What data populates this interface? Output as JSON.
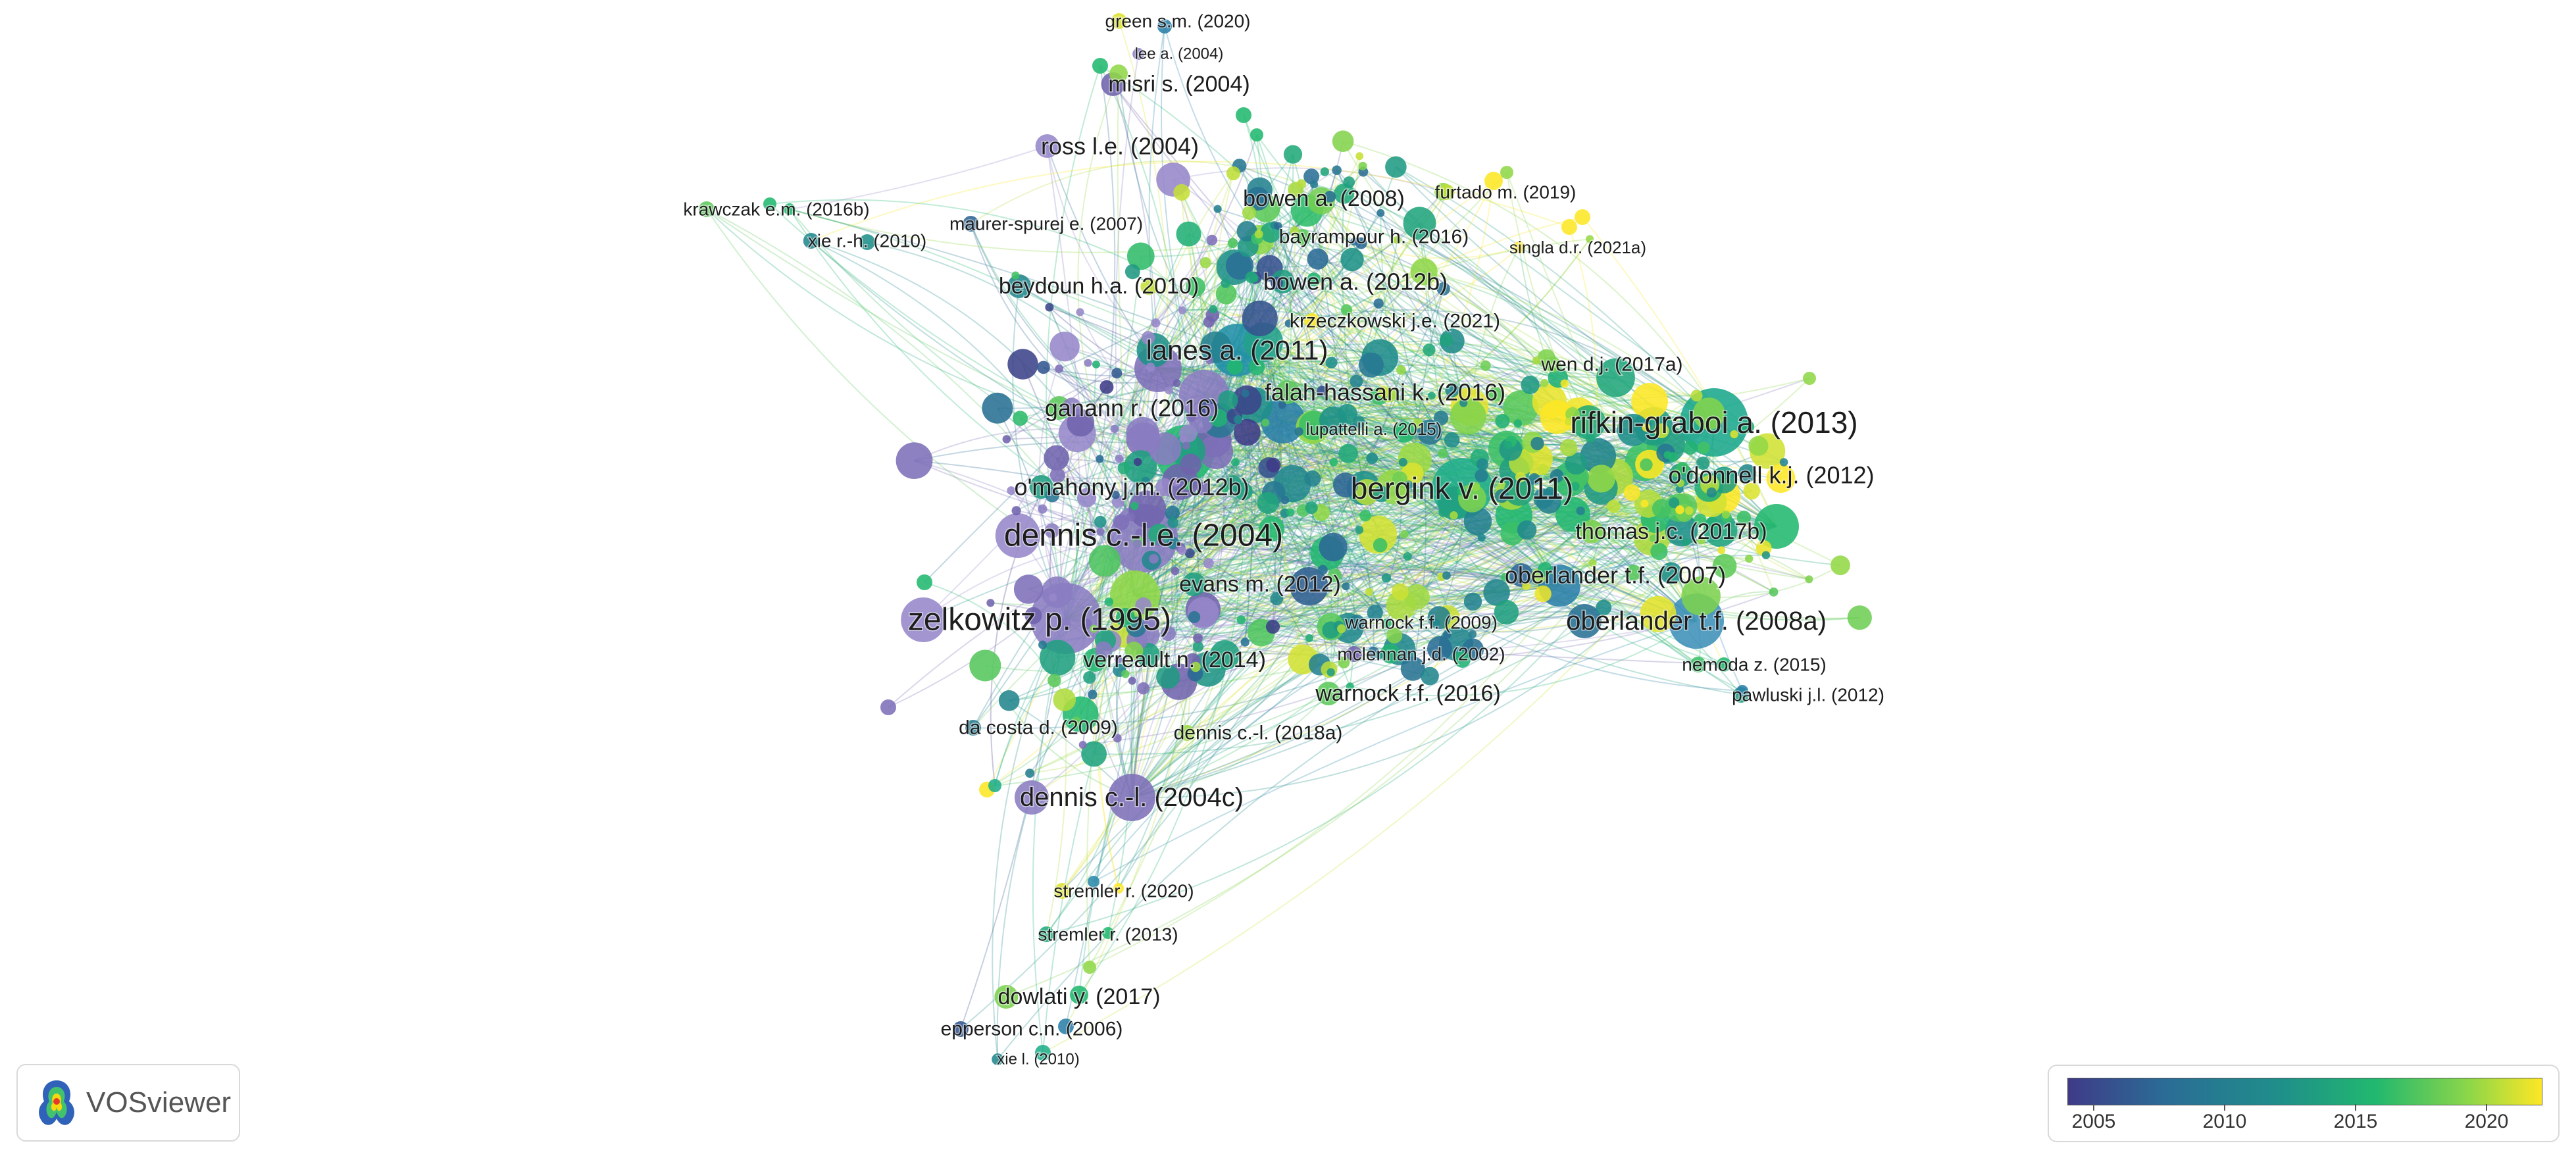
{
  "app": {
    "logo_text": "VOSviewer"
  },
  "legend": {
    "years": [
      "2005",
      "2010",
      "2015",
      "2020"
    ],
    "min_year": 2004,
    "max_year": 2021,
    "colors": [
      "#3f3b87",
      "#2b6b96",
      "#1f8f8a",
      "#22b86f",
      "#8fd748",
      "#fde725"
    ]
  },
  "labels": [
    {
      "text": "green s.m. (2020)",
      "size": "s",
      "year": 2020
    },
    {
      "text": "lee a. (2004)",
      "size": "xs",
      "year": 2004
    },
    {
      "text": "misri s. (2004)",
      "size": "m",
      "year": 2004
    },
    {
      "text": "ross l.e. (2004)",
      "size": "m",
      "year": 2004
    },
    {
      "text": "krawczak e.m. (2016b)",
      "size": "s",
      "year": 2016
    },
    {
      "text": "xie r.-h. (2010)",
      "size": "s",
      "year": 2010
    },
    {
      "text": "maurer-spurej e. (2007)",
      "size": "s",
      "year": 2007
    },
    {
      "text": "bowen a. (2008)",
      "size": "m",
      "year": 2008
    },
    {
      "text": "furtado m. (2019)",
      "size": "s",
      "year": 2019
    },
    {
      "text": "bayrampour h. (2016)",
      "size": "s",
      "year": 2016
    },
    {
      "text": "singla d.r. (2021a)",
      "size": "xs",
      "year": 2021
    },
    {
      "text": "beydoun h.a. (2010)",
      "size": "m",
      "year": 2010
    },
    {
      "text": "bowen a. (2012b)",
      "size": "m",
      "year": 2012
    },
    {
      "text": "krzeczkowski j.e. (2021)",
      "size": "s",
      "year": 2021
    },
    {
      "text": "lanes a. (2011)",
      "size": "l",
      "year": 2011
    },
    {
      "text": "wen d.j. (2017a)",
      "size": "s",
      "year": 2017
    },
    {
      "text": "falah-hassani k. (2016)",
      "size": "m",
      "year": 2016
    },
    {
      "text": "ganann r. (2016)",
      "size": "m",
      "year": 2016
    },
    {
      "text": "lupattelli a. (2015)",
      "size": "xs",
      "year": 2015
    },
    {
      "text": "rifkin-graboi a. (2013)",
      "size": "l",
      "year": 2013
    },
    {
      "text": "o'donnell k.j. (2012)",
      "size": "m",
      "year": 2012
    },
    {
      "text": "o'mahony j.m. (2012b)",
      "size": "m",
      "year": 2012
    },
    {
      "text": "bergink v. (2011)",
      "size": "l",
      "year": 2011
    },
    {
      "text": "dennis c.-l.e. (2004)",
      "size": "xl",
      "year": 2004
    },
    {
      "text": "thomas j.c. (2017b)",
      "size": "m",
      "year": 2017
    },
    {
      "text": "oberlander t.f. (2007)",
      "size": "m",
      "year": 2007
    },
    {
      "text": "evans m. (2012)",
      "size": "m",
      "year": 2012
    },
    {
      "text": "zelkowitz p. (1995)",
      "size": "xl",
      "year": 1995
    },
    {
      "text": "warnock f.f. (2009)",
      "size": "s",
      "year": 2009
    },
    {
      "text": "oberlander t.f. (2008a)",
      "size": "l",
      "year": 2008
    },
    {
      "text": "mclennan j.d. (2002)",
      "size": "s",
      "year": 2002
    },
    {
      "text": "verreault n. (2014)",
      "size": "m",
      "year": 2014
    },
    {
      "text": "nemoda z. (2015)",
      "size": "s",
      "year": 2015
    },
    {
      "text": "pawluski j.l. (2012)",
      "size": "s",
      "year": 2012
    },
    {
      "text": "warnock f.f. (2016)",
      "size": "m",
      "year": 2016
    },
    {
      "text": "da costa d. (2009)",
      "size": "s",
      "year": 2009
    },
    {
      "text": "dennis c.-l. (2018a)",
      "size": "s",
      "year": 2018
    },
    {
      "text": "dennis c.-l. (2004c)",
      "size": "l",
      "year": 2004
    },
    {
      "text": "stremler r. (2020)",
      "size": "s",
      "year": 2020
    },
    {
      "text": "stremler r. (2013)",
      "size": "s",
      "year": 2013
    },
    {
      "text": "dowlati y. (2017)",
      "size": "m",
      "year": 2017
    },
    {
      "text": "epperson c.n. (2006)",
      "size": "s",
      "year": 2006
    },
    {
      "text": "xie l. (2010)",
      "size": "xs",
      "year": 2010
    }
  ]
}
